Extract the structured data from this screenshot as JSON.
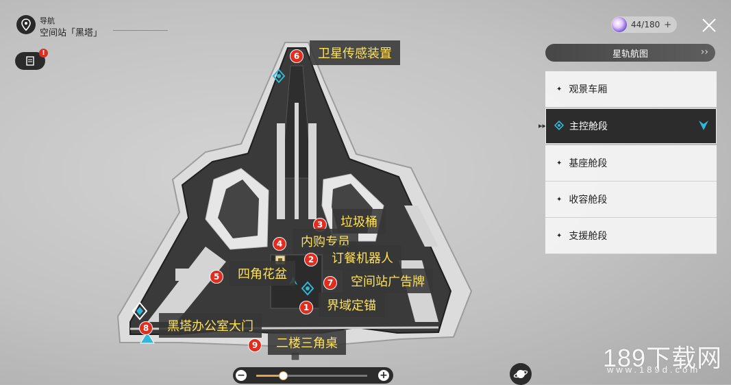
{
  "header": {
    "nav_title": "导航",
    "nav_location": "空间站「黑塔」",
    "log_alert": "!",
    "resource_text": "44/180",
    "resource_plus": "+"
  },
  "right_panel": {
    "starmap_label": "星轨航图",
    "starmap_chevron": "››",
    "areas": [
      {
        "label": "观景车厢",
        "selected": false
      },
      {
        "label": "主控舱段",
        "selected": true
      },
      {
        "label": "基座舱段",
        "selected": false
      },
      {
        "label": "收容舱段",
        "selected": false
      },
      {
        "label": "支援舱段",
        "selected": false
      }
    ]
  },
  "map_markers": [
    {
      "num": "6",
      "label": "卫星传感装置"
    },
    {
      "num": "3",
      "label": "垃圾桶"
    },
    {
      "num": "4",
      "label": "内购专员"
    },
    {
      "num": "2",
      "label": "订餐机器人"
    },
    {
      "num": "5",
      "label": "四角花盆"
    },
    {
      "num": "7",
      "label": "空间站广告牌"
    },
    {
      "num": "1",
      "label": "界域定锚"
    },
    {
      "num": "8",
      "label": "黑塔办公室大门"
    },
    {
      "num": "9",
      "label": "二楼三角桌"
    }
  ],
  "zoom": {
    "minus": "−",
    "plus": "+",
    "level": 0.24
  },
  "watermark": {
    "main": "189下载网",
    "sub": "www.189d.com"
  },
  "colors": {
    "marker": "#e02d1f",
    "label_text": "#ffe25a",
    "accent": "#2fb8d8"
  }
}
